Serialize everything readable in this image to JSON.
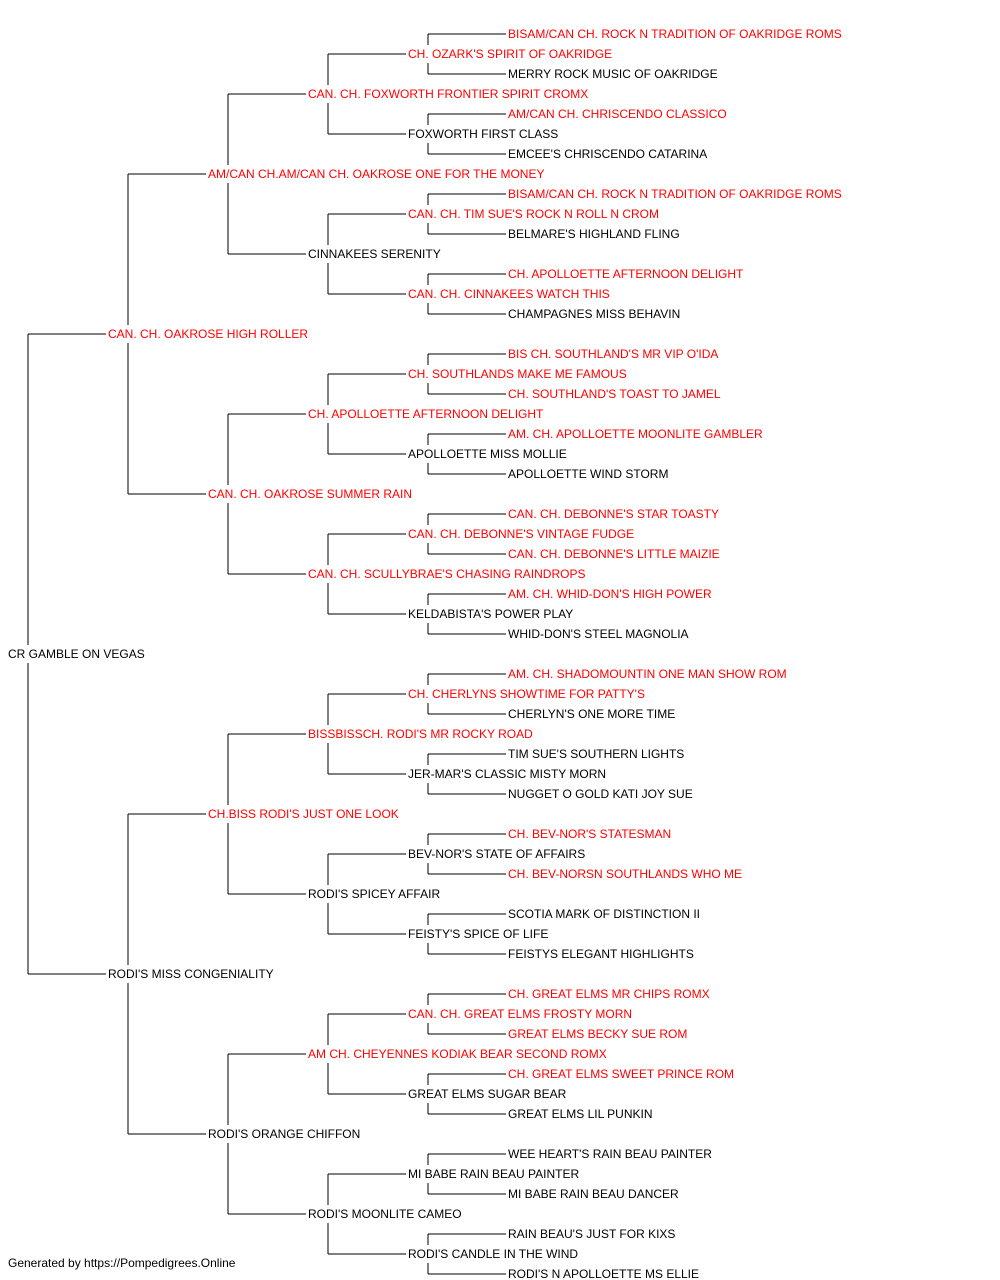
{
  "colors": {
    "champion": "#ff0000",
    "normal": "#000000",
    "lines": "#000000"
  },
  "footer": "Generated by https://Pompedigrees.Online",
  "pedigree": {
    "name": "CR GAMBLE ON VEGAS",
    "champion": false,
    "sire": {
      "name": "CAN. CH. OAKROSE HIGH ROLLER",
      "champion": true,
      "sire": {
        "name": "AM/CAN CH.AM/CAN CH. OAKROSE ONE FOR THE MONEY",
        "champion": true,
        "sire": {
          "name": "CAN. CH. FOXWORTH FRONTIER SPIRIT CROMX",
          "champion": true,
          "sire": {
            "name": "CH. OZARK'S SPIRIT OF OAKRIDGE",
            "champion": true,
            "sire": {
              "name": "BISAM/CAN CH. ROCK N TRADITION OF OAKRIDGE ROMS",
              "champion": true
            },
            "dam": {
              "name": "MERRY ROCK MUSIC OF OAKRIDGE",
              "champion": false
            }
          },
          "dam": {
            "name": "FOXWORTH FIRST CLASS",
            "champion": false,
            "sire": {
              "name": "AM/CAN CH. CHRISCENDO CLASSICO",
              "champion": true
            },
            "dam": {
              "name": "EMCEE'S CHRISCENDO CATARINA",
              "champion": false
            }
          }
        },
        "dam": {
          "name": "CINNAKEES SERENITY",
          "champion": false,
          "sire": {
            "name": "CAN. CH. TIM SUE'S ROCK N ROLL N CROM",
            "champion": true,
            "sire": {
              "name": "BISAM/CAN CH. ROCK N TRADITION OF OAKRIDGE ROMS",
              "champion": true
            },
            "dam": {
              "name": "BELMARE'S HIGHLAND FLING",
              "champion": false
            }
          },
          "dam": {
            "name": "CAN. CH. CINNAKEES WATCH THIS",
            "champion": true,
            "sire": {
              "name": "CH. APOLLOETTE AFTERNOON DELIGHT",
              "champion": true
            },
            "dam": {
              "name": "CHAMPAGNES MISS BEHAVIN",
              "champion": false
            }
          }
        }
      },
      "dam": {
        "name": "CAN. CH. OAKROSE SUMMER RAIN",
        "champion": true,
        "sire": {
          "name": "CH. APOLLOETTE AFTERNOON DELIGHT",
          "champion": true,
          "sire": {
            "name": "CH. SOUTHLANDS MAKE ME FAMOUS",
            "champion": true,
            "sire": {
              "name": "BIS CH. SOUTHLAND'S MR VIP O'IDA",
              "champion": true
            },
            "dam": {
              "name": "CH. SOUTHLAND'S TOAST TO JAMEL",
              "champion": true
            }
          },
          "dam": {
            "name": "APOLLOETTE MISS MOLLIE",
            "champion": false,
            "sire": {
              "name": "AM. CH. APOLLOETTE MOONLITE GAMBLER",
              "champion": true
            },
            "dam": {
              "name": "APOLLOETTE WIND STORM",
              "champion": false
            }
          }
        },
        "dam": {
          "name": "CAN. CH. SCULLYBRAE'S CHASING RAINDROPS",
          "champion": true,
          "sire": {
            "name": "CAN. CH. DEBONNE'S VINTAGE FUDGE",
            "champion": true,
            "sire": {
              "name": "CAN. CH. DEBONNE'S STAR TOASTY",
              "champion": true
            },
            "dam": {
              "name": "CAN. CH. DEBONNE'S LITTLE MAIZIE",
              "champion": true
            }
          },
          "dam": {
            "name": "KELDABISTA'S POWER PLAY",
            "champion": false,
            "sire": {
              "name": "AM. CH. WHID-DON'S HIGH POWER",
              "champion": true
            },
            "dam": {
              "name": "WHID-DON'S STEEL MAGNOLIA",
              "champion": false
            }
          }
        }
      }
    },
    "dam": {
      "name": "RODI'S MISS CONGENIALITY",
      "champion": false,
      "sire": {
        "name": "CH.BISS RODI'S JUST ONE LOOK",
        "champion": true,
        "sire": {
          "name": "BISSBISSCH. RODI'S MR ROCKY ROAD",
          "champion": true,
          "sire": {
            "name": "CH. CHERLYNS SHOWTIME FOR PATTY'S",
            "champion": true,
            "sire": {
              "name": "AM. CH. SHADOMOUNTIN ONE MAN SHOW ROM",
              "champion": true
            },
            "dam": {
              "name": "CHERLYN'S ONE MORE TIME",
              "champion": false
            }
          },
          "dam": {
            "name": "JER-MAR'S CLASSIC MISTY MORN",
            "champion": false,
            "sire": {
              "name": "TIM SUE'S SOUTHERN LIGHTS",
              "champion": false
            },
            "dam": {
              "name": "NUGGET O GOLD KATI JOY SUE",
              "champion": false
            }
          }
        },
        "dam": {
          "name": "RODI'S SPICEY AFFAIR",
          "champion": false,
          "sire": {
            "name": "BEV-NOR'S STATE OF AFFAIRS",
            "champion": false,
            "sire": {
              "name": "CH. BEV-NOR'S STATESMAN",
              "champion": true
            },
            "dam": {
              "name": "CH. BEV-NORSN SOUTHLANDS WHO ME",
              "champion": true
            }
          },
          "dam": {
            "name": "FEISTY'S SPICE OF LIFE",
            "champion": false,
            "sire": {
              "name": "SCOTIA MARK OF DISTINCTION II",
              "champion": false
            },
            "dam": {
              "name": "FEISTYS ELEGANT HIGHLIGHTS",
              "champion": false
            }
          }
        }
      },
      "dam": {
        "name": "RODI'S ORANGE CHIFFON",
        "champion": false,
        "sire": {
          "name": "AM CH. CHEYENNES KODIAK BEAR SECOND ROMX",
          "champion": true,
          "sire": {
            "name": "CAN. CH. GREAT ELMS FROSTY MORN",
            "champion": true,
            "sire": {
              "name": "CH. GREAT ELMS MR CHIPS ROMX",
              "champion": true
            },
            "dam": {
              "name": "GREAT ELMS BECKY SUE ROM",
              "champion": true
            }
          },
          "dam": {
            "name": "GREAT ELMS SUGAR BEAR",
            "champion": false,
            "sire": {
              "name": "CH. GREAT ELMS SWEET PRINCE ROM",
              "champion": true
            },
            "dam": {
              "name": "GREAT ELMS LIL PUNKIN",
              "champion": false
            }
          }
        },
        "dam": {
          "name": "RODI'S MOONLITE CAMEO",
          "champion": false,
          "sire": {
            "name": "MI BABE RAIN BEAU PAINTER",
            "champion": false,
            "sire": {
              "name": "WEE HEART'S RAIN BEAU PAINTER",
              "champion": false
            },
            "dam": {
              "name": "MI BABE RAIN BEAU DANCER",
              "champion": false
            }
          },
          "dam": {
            "name": "RODI'S CANDLE IN THE WIND",
            "champion": false,
            "sire": {
              "name": "RAIN BEAU'S JUST FOR KIXS",
              "champion": false
            },
            "dam": {
              "name": "RODI'S N APOLLOETTE MS ELLIE",
              "champion": false
            }
          }
        }
      }
    }
  }
}
